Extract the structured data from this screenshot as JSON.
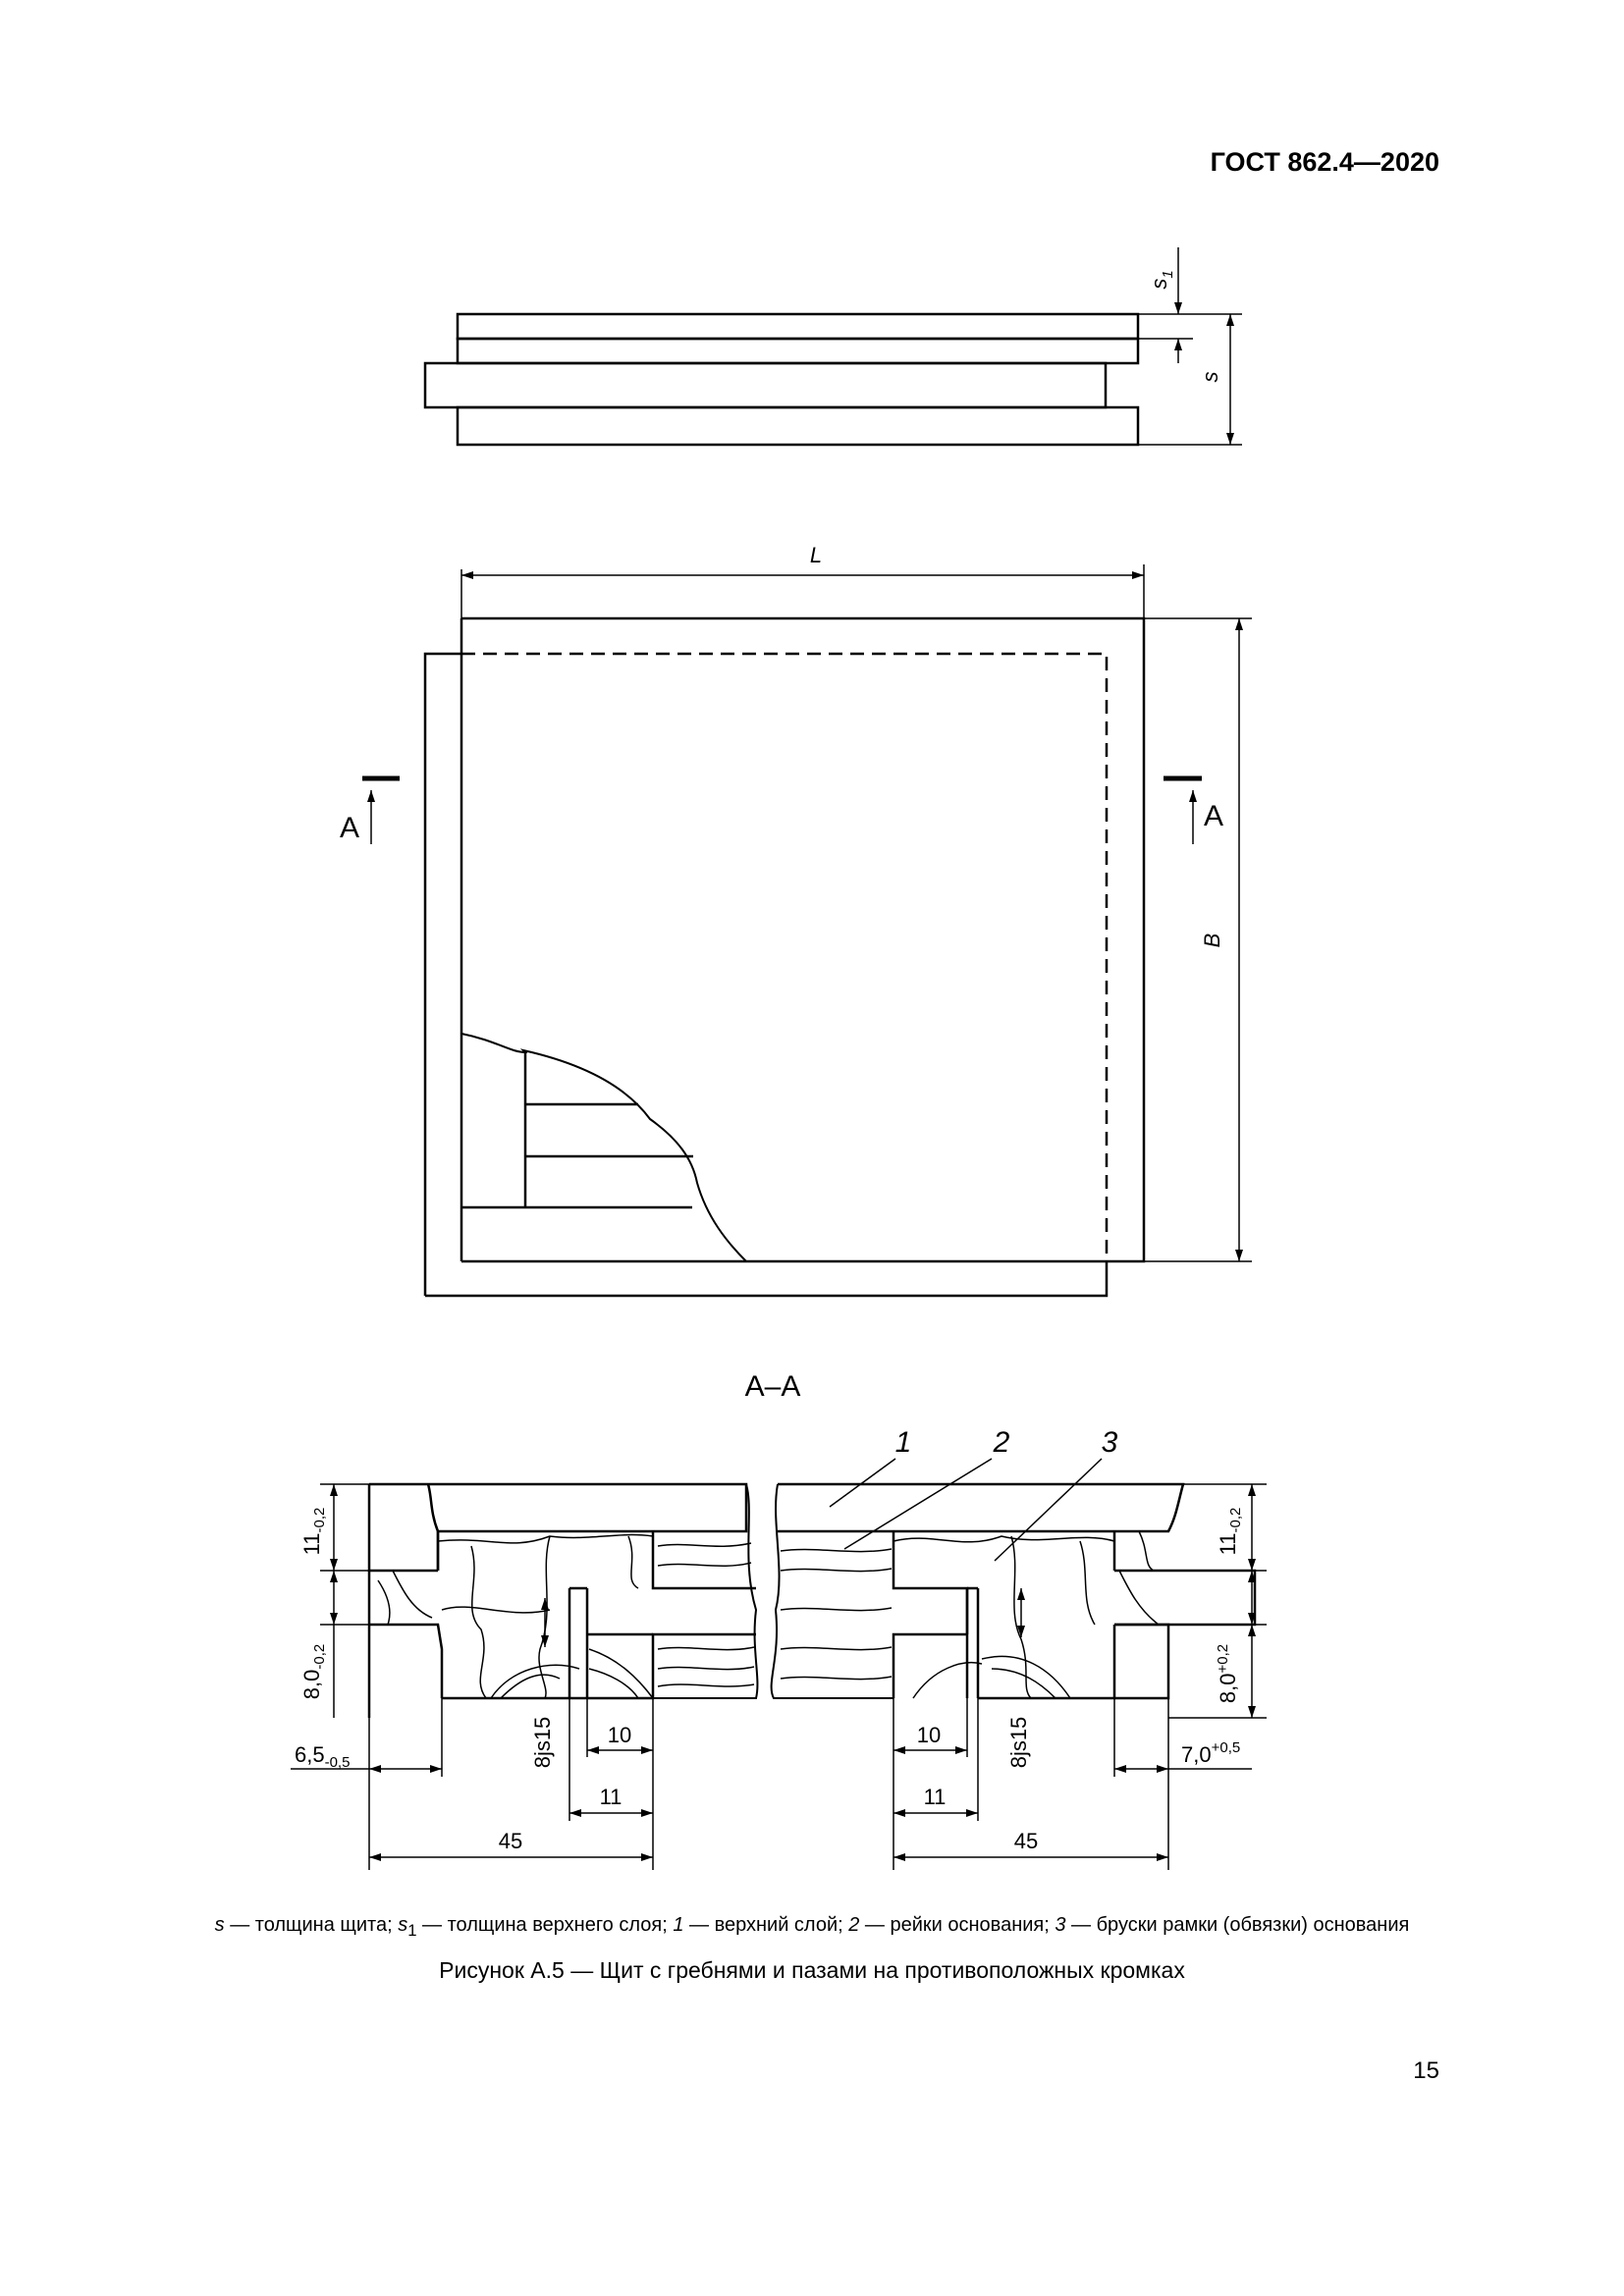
{
  "document": {
    "header": "ГОСТ 862.4—2020",
    "page_number": "15",
    "caption": "Рисунок А.5 — Щит с гребнями и пазами на противоположных кромках",
    "legend": [
      {
        "sym": "s",
        "italic": true,
        "text": " — толщина щита; "
      },
      {
        "sym": "s",
        "italic": true,
        "sub": "1",
        "text": " — толщина верхнего слоя; "
      },
      {
        "sym": "1",
        "italic": true,
        "text": " — верхний слой; "
      },
      {
        "sym": "2",
        "italic": true,
        "text": " — рейки основания; "
      },
      {
        "sym": "3",
        "italic": true,
        "text": " — бруски рамки (обвязки) основания"
      }
    ]
  },
  "figure": {
    "side_view": {
      "s1_label": "s",
      "s1_sub": "1",
      "s_label": "s"
    },
    "plan_view": {
      "L_label": "L",
      "B_label": "B",
      "section_mark_left": "А",
      "section_mark_right": "А"
    },
    "section": {
      "title": "А–А",
      "callouts": [
        "1",
        "2",
        "3"
      ],
      "left_dims": {
        "d11_main": "11",
        "d11_tol": "-0,2",
        "d8_main": "8,0",
        "d8_tol": "-0,2",
        "d65_main": "6,5",
        "d65_tol": "-0,5",
        "d8js": "8js15",
        "d10": "10",
        "d11w": "11",
        "d45": "45"
      },
      "right_dims": {
        "d11_main": "11",
        "d11_tol": "-0,2",
        "d8_main": "8,0",
        "d8_tol": "+0,2",
        "d70_main": "7,0",
        "d70_tol": "+0,5",
        "d8js": "8js15",
        "d10": "10",
        "d11w": "11",
        "d45": "45"
      }
    }
  }
}
